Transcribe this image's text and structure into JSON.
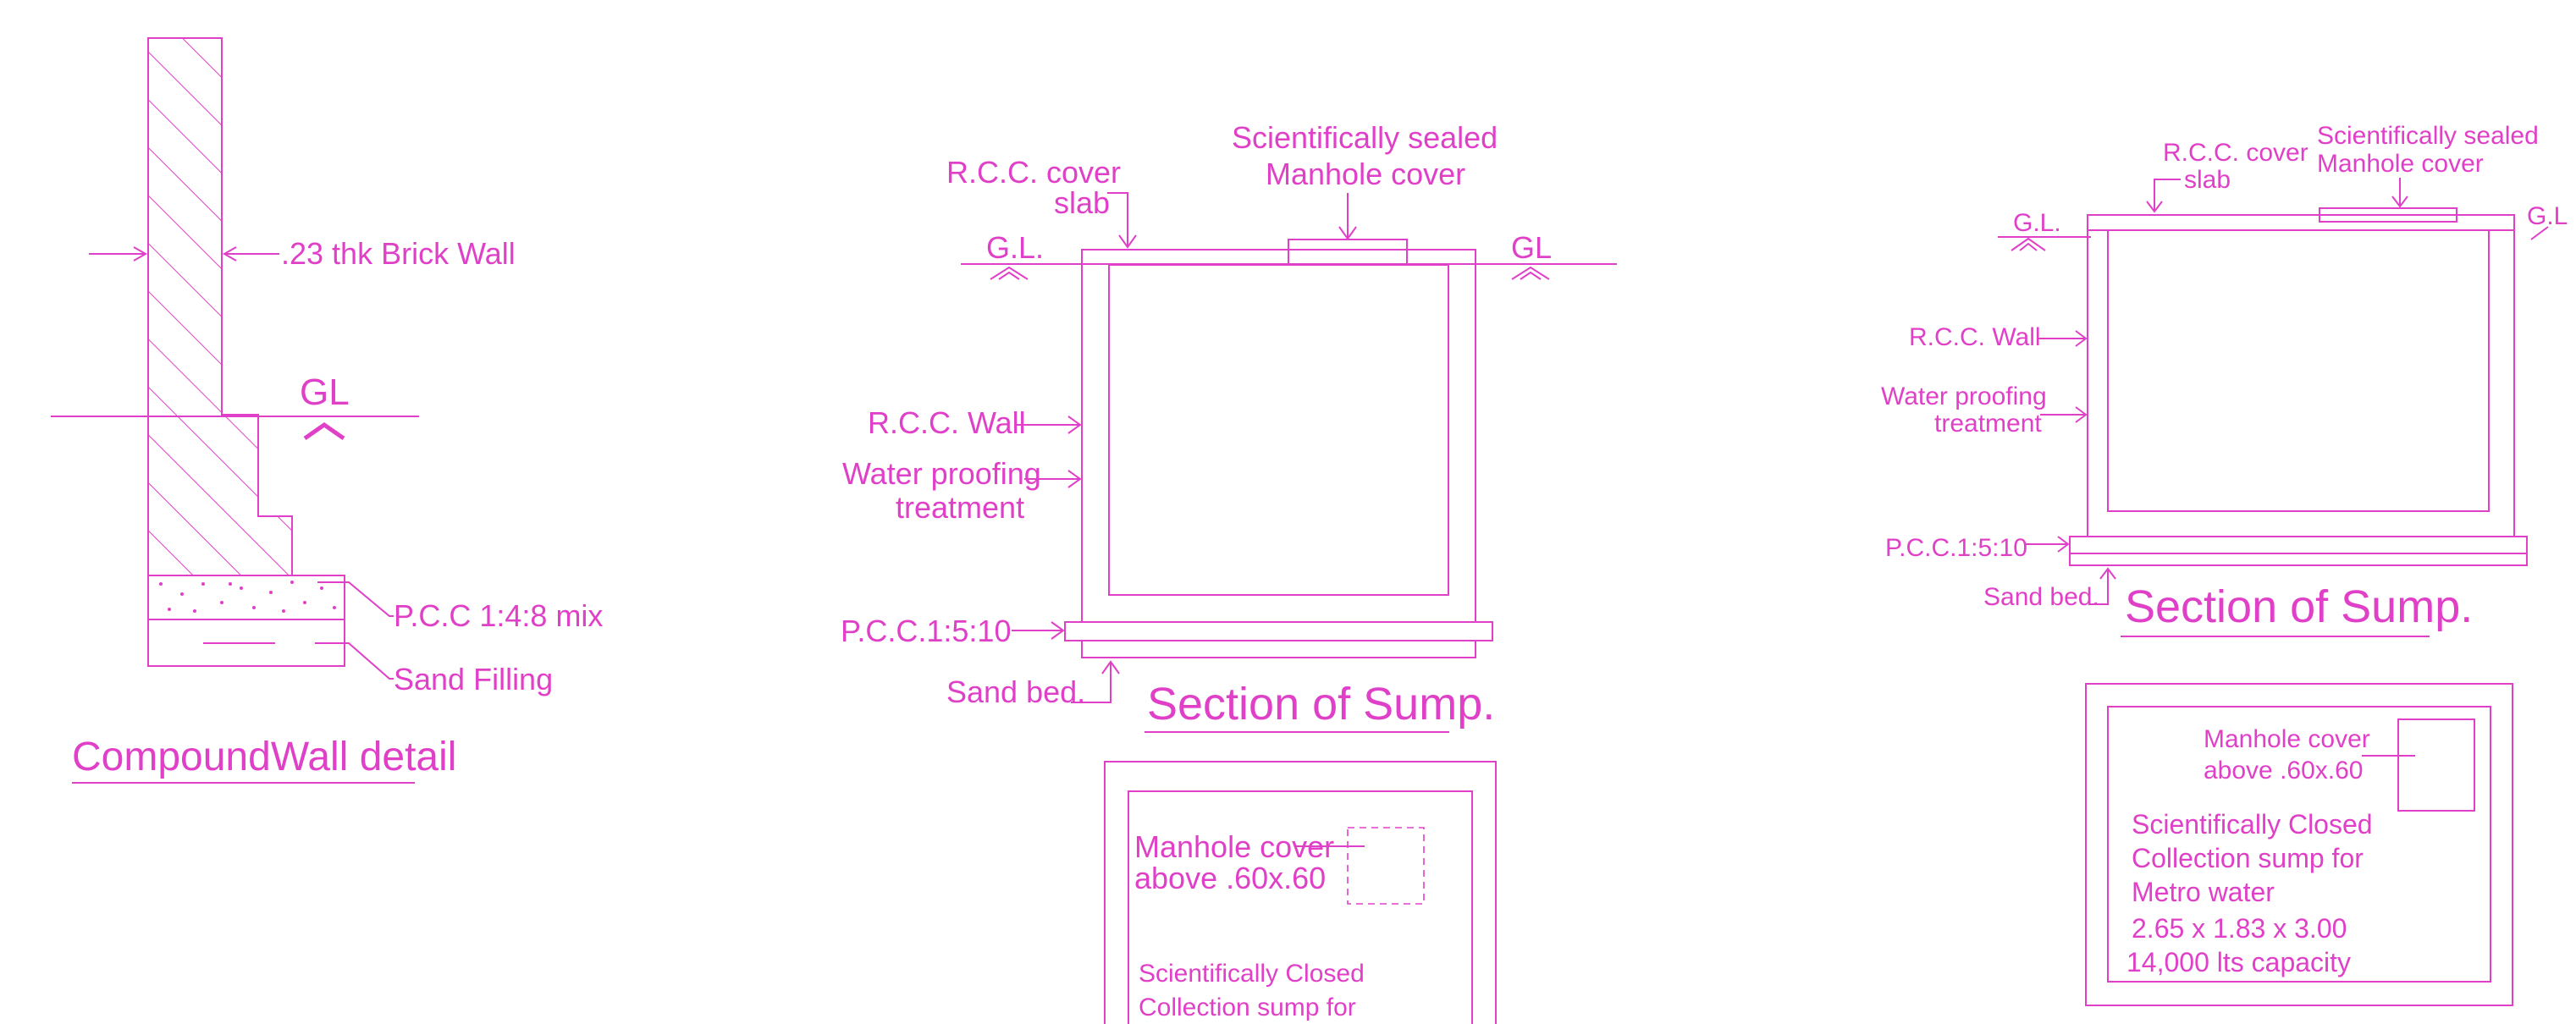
{
  "colors": {
    "ink": "#e040c8",
    "background": "#ffffff"
  },
  "compound_wall": {
    "brick_wall_label": ".23 thk Brick Wall",
    "gl_label": "GL",
    "pcc_label": "P.C.C 1:4:8 mix",
    "sand_label": "Sand Filling",
    "title": "CompoundWall detail"
  },
  "sump_mid": {
    "rcc_cover_line1": "R.C.C. cover",
    "rcc_cover_line2": "slab",
    "manhole_line1": "Scientifically sealed",
    "manhole_line2": "Manhole cover",
    "gl_left": "G.L.",
    "gl_right": "GL",
    "rcc_wall": "R.C.C. Wall",
    "waterproof_line1": "Water proofing",
    "waterproof_line2": "treatment",
    "pcc": "P.C.C.1:5:10",
    "sand_bed": "Sand bed.",
    "title": "Section of Sump.",
    "plan_manhole_line1": "Manhole cover",
    "plan_manhole_line2": "above .60x.60",
    "plan_desc_line1": "Scientifically Closed",
    "plan_desc_line2": "Collection sump for"
  },
  "sump_right": {
    "rcc_cover_line1": "R.C.C. cover",
    "rcc_cover_line2": "slab",
    "manhole_line1": "Scientifically sealed",
    "manhole_line2": "Manhole cover",
    "gl_left": "G.L.",
    "gl_right": "G.L",
    "rcc_wall": "R.C.C. Wall",
    "waterproof_line1": "Water proofing",
    "waterproof_line2": "treatment",
    "pcc": "P.C.C.1:5:10",
    "sand_bed": "Sand bed.",
    "title": "Section of Sump.",
    "plan_manhole_line1": "Manhole cover",
    "plan_manhole_line2": "above .60x.60",
    "plan_desc_line1": "Scientifically Closed",
    "plan_desc_line2": "Collection sump for",
    "plan_desc_line3": "Metro water",
    "plan_dimensions": "2.65 x 1.83 x 3.00",
    "plan_capacity": "14,000 lts capacity"
  }
}
